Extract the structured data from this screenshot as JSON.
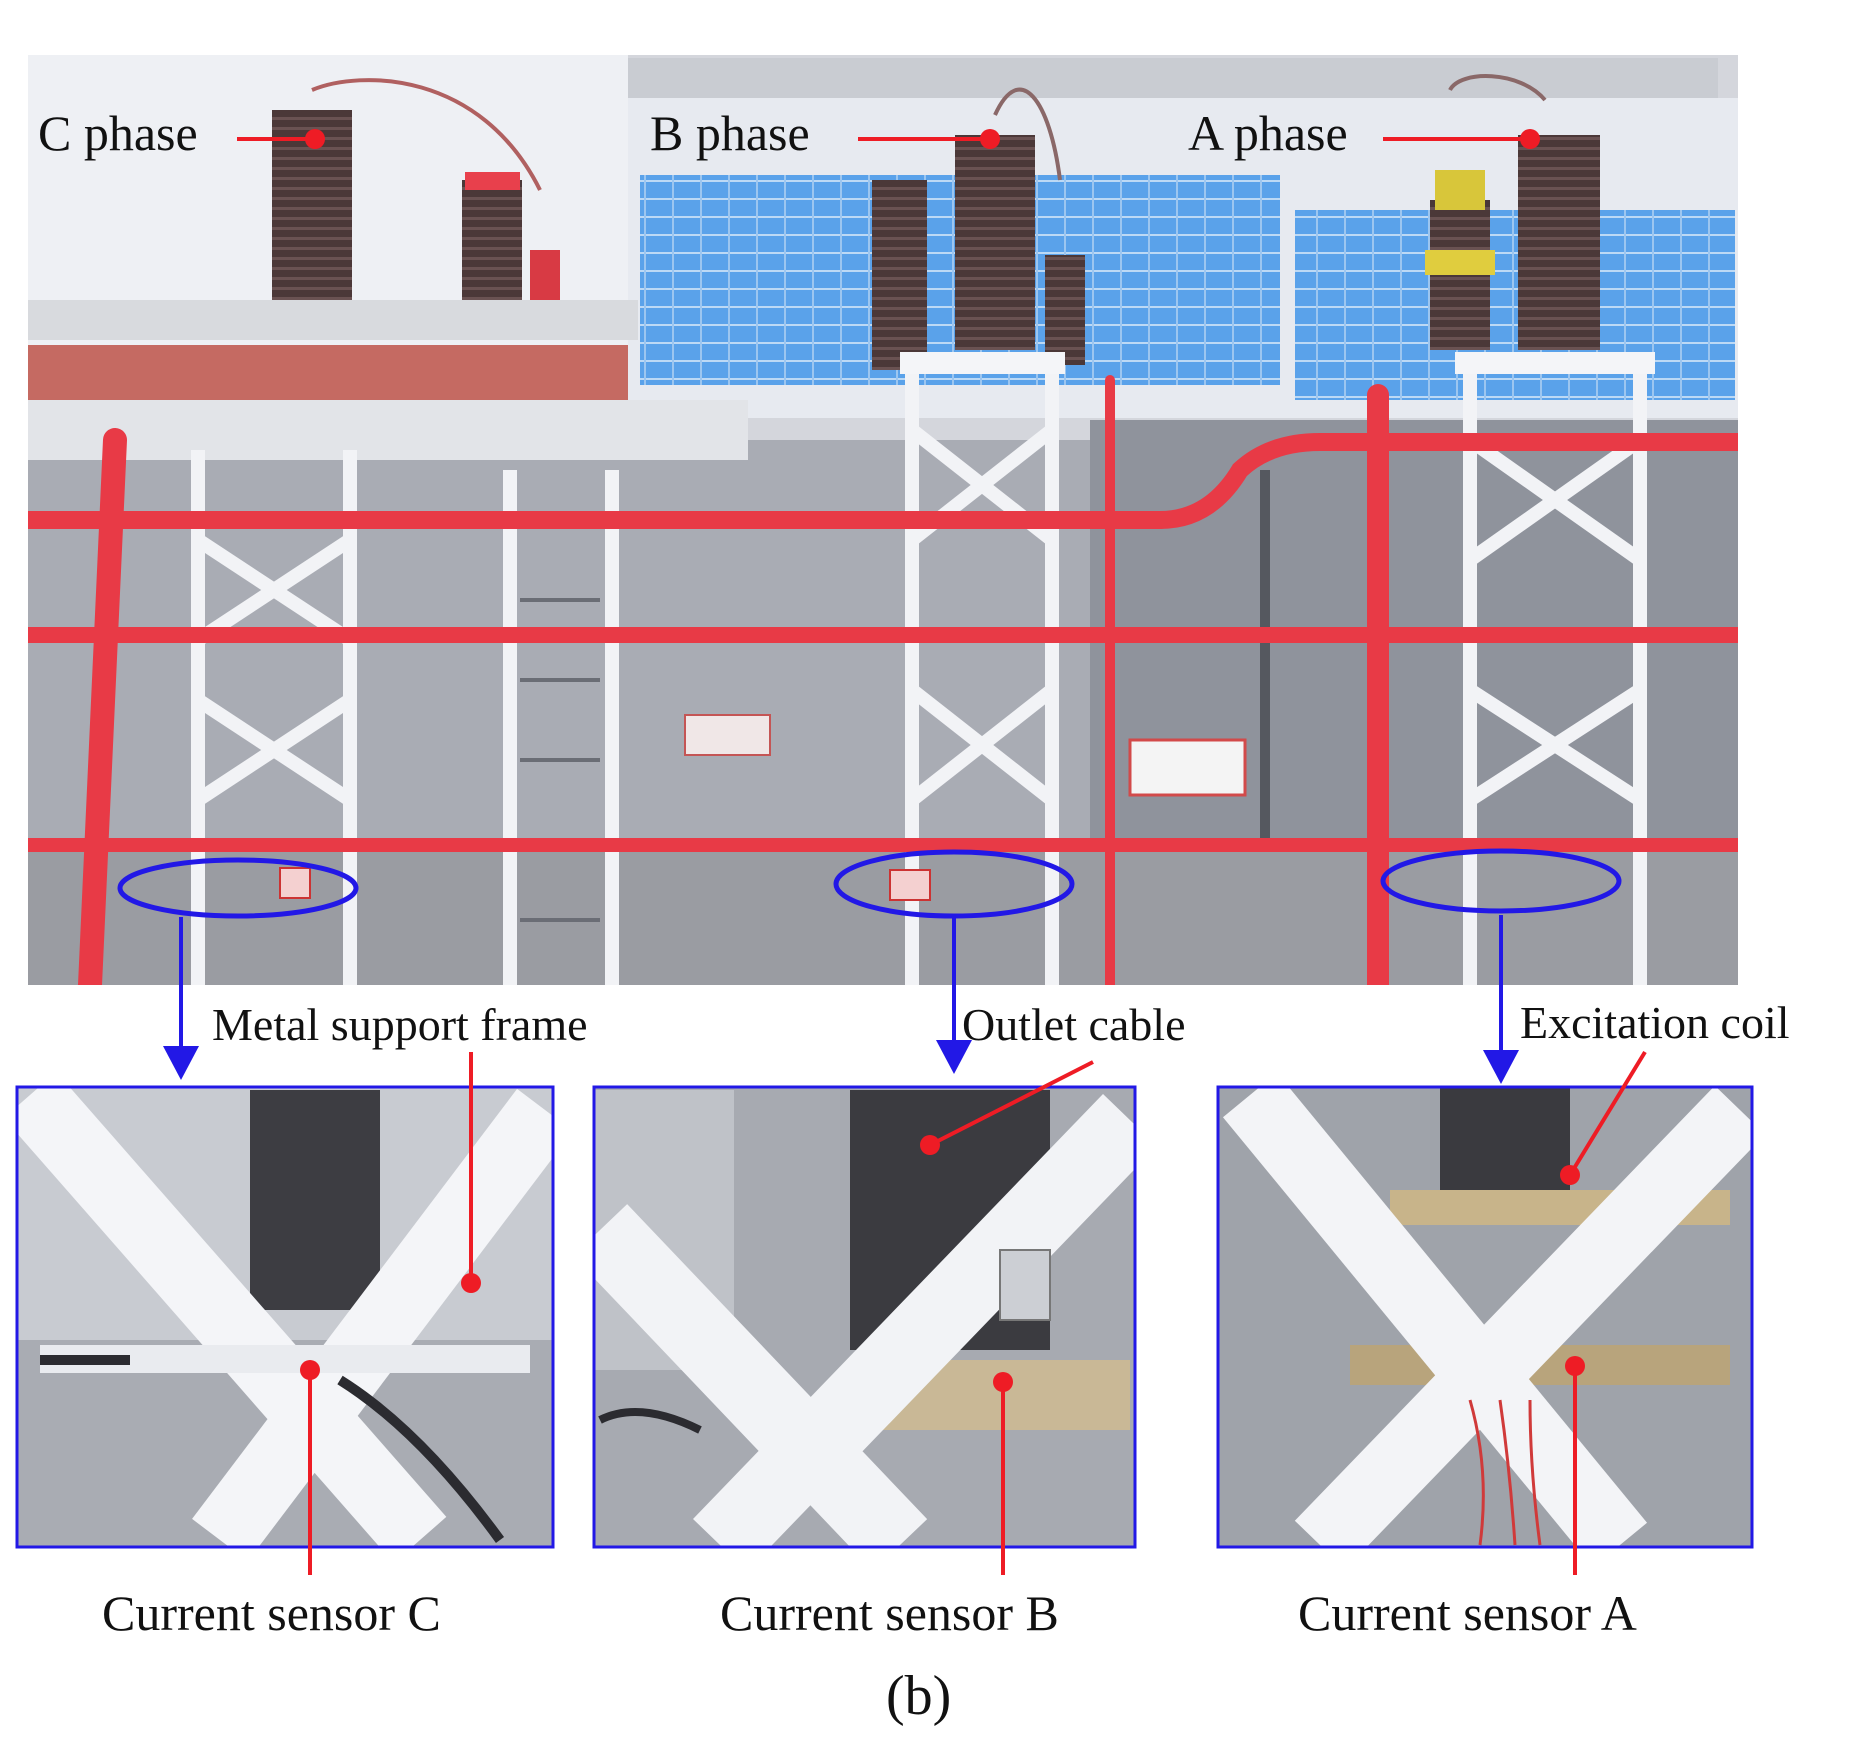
{
  "figure": {
    "phase_labels": {
      "c": "C phase",
      "b": "B phase",
      "a": "A phase"
    },
    "callouts": {
      "metal_support_frame": "Metal support frame",
      "outlet_cable": "Outlet cable",
      "excitation_coil": "Excitation coil"
    },
    "sensors": {
      "c": "Current sensor C",
      "b": "Current sensor B",
      "a": "Current sensor A"
    },
    "caption": "(b)"
  },
  "colors": {
    "pointer_red": "#ee1c25",
    "highlight_blue": "#2218e6",
    "pipe_red": "#e83a46",
    "insulator_brown": "#4a3636",
    "backdrop_blue": "#3f8fe0",
    "steel_white": "#ecedf1"
  }
}
